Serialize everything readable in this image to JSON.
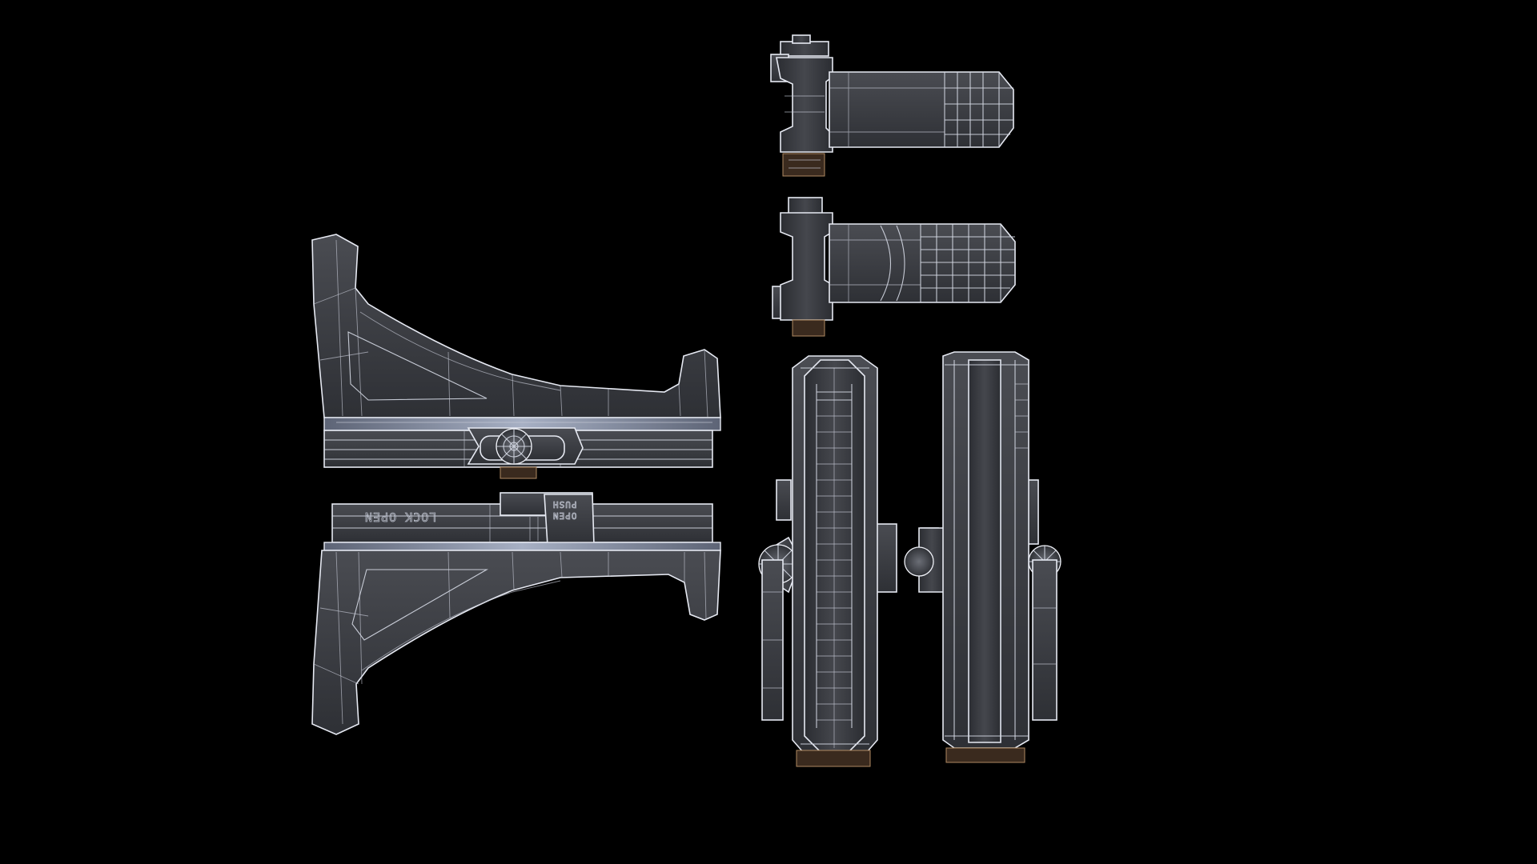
{
  "scene": {
    "background_color": "#000000",
    "wire_color": "#e6e9f2",
    "metal_color": "#3c3e44",
    "rail_color": "#8a93a8",
    "brown_edge_color": "#b08a62"
  },
  "engravings": {
    "lock_open": "LOCK OPEN",
    "push": "PUSH",
    "open": "OPEN"
  }
}
